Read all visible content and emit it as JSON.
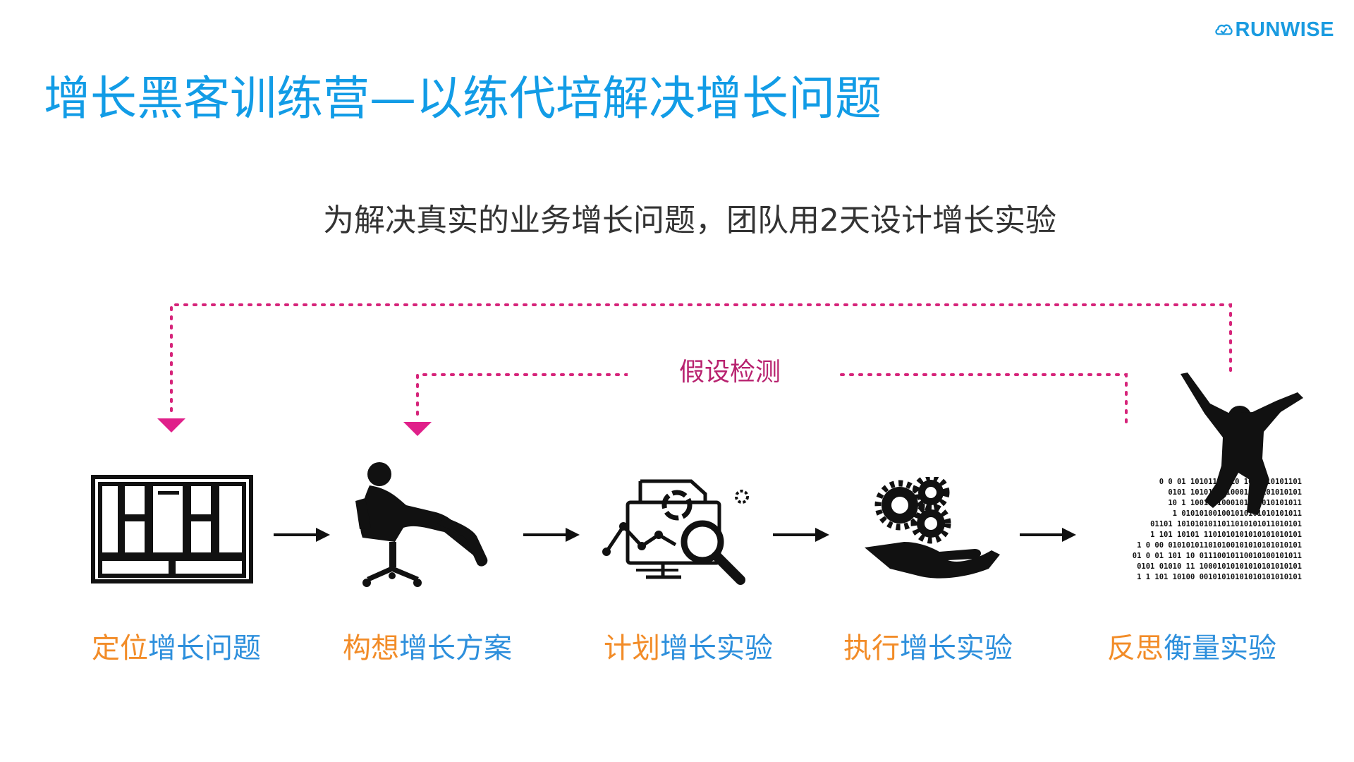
{
  "brand": {
    "name": "RUNWISE",
    "color": "#1a9be0"
  },
  "title": "增长黑客训练营—以练代培解决增长问题",
  "subtitle": "为解决真实的业务增长问题，团队用2天设计增长实验",
  "loop_label": "假设检测",
  "steps": [
    {
      "lead": "定位",
      "rest": "增长问题",
      "icon": "canvas-grid-icon"
    },
    {
      "lead": "构想",
      "rest": "增长方案",
      "icon": "thinking-man-icon"
    },
    {
      "lead": "计划",
      "rest": "增长实验",
      "icon": "analytics-search-icon"
    },
    {
      "lead": "执行",
      "rest": "增长实验",
      "icon": "gears-hand-icon"
    },
    {
      "lead": "反思",
      "rest": "衡量实验",
      "icon": "jumping-man-data-icon"
    }
  ],
  "colors": {
    "lead": "#f28c28",
    "rest": "#2d8fdc",
    "loop": "#d6247a",
    "title": "#129ce6"
  },
  "binary_rows": [
    "0 0 01 10101101010 1011010101101",
    "0101 1010101110001010101010101",
    "10 1 1001101000101011010101011",
    "1 010101001001010101010101011",
    "01101 1010101011011010101011010101",
    "1 101 10101 1101010101010101010101",
    "1 0 00 010101011010100101010101010101",
    "01 0 01 101 10 01110010110010100101011",
    "0101 01010 11 10001010101010101010101",
    "1 1 101 10100 00101010101010101010101"
  ]
}
